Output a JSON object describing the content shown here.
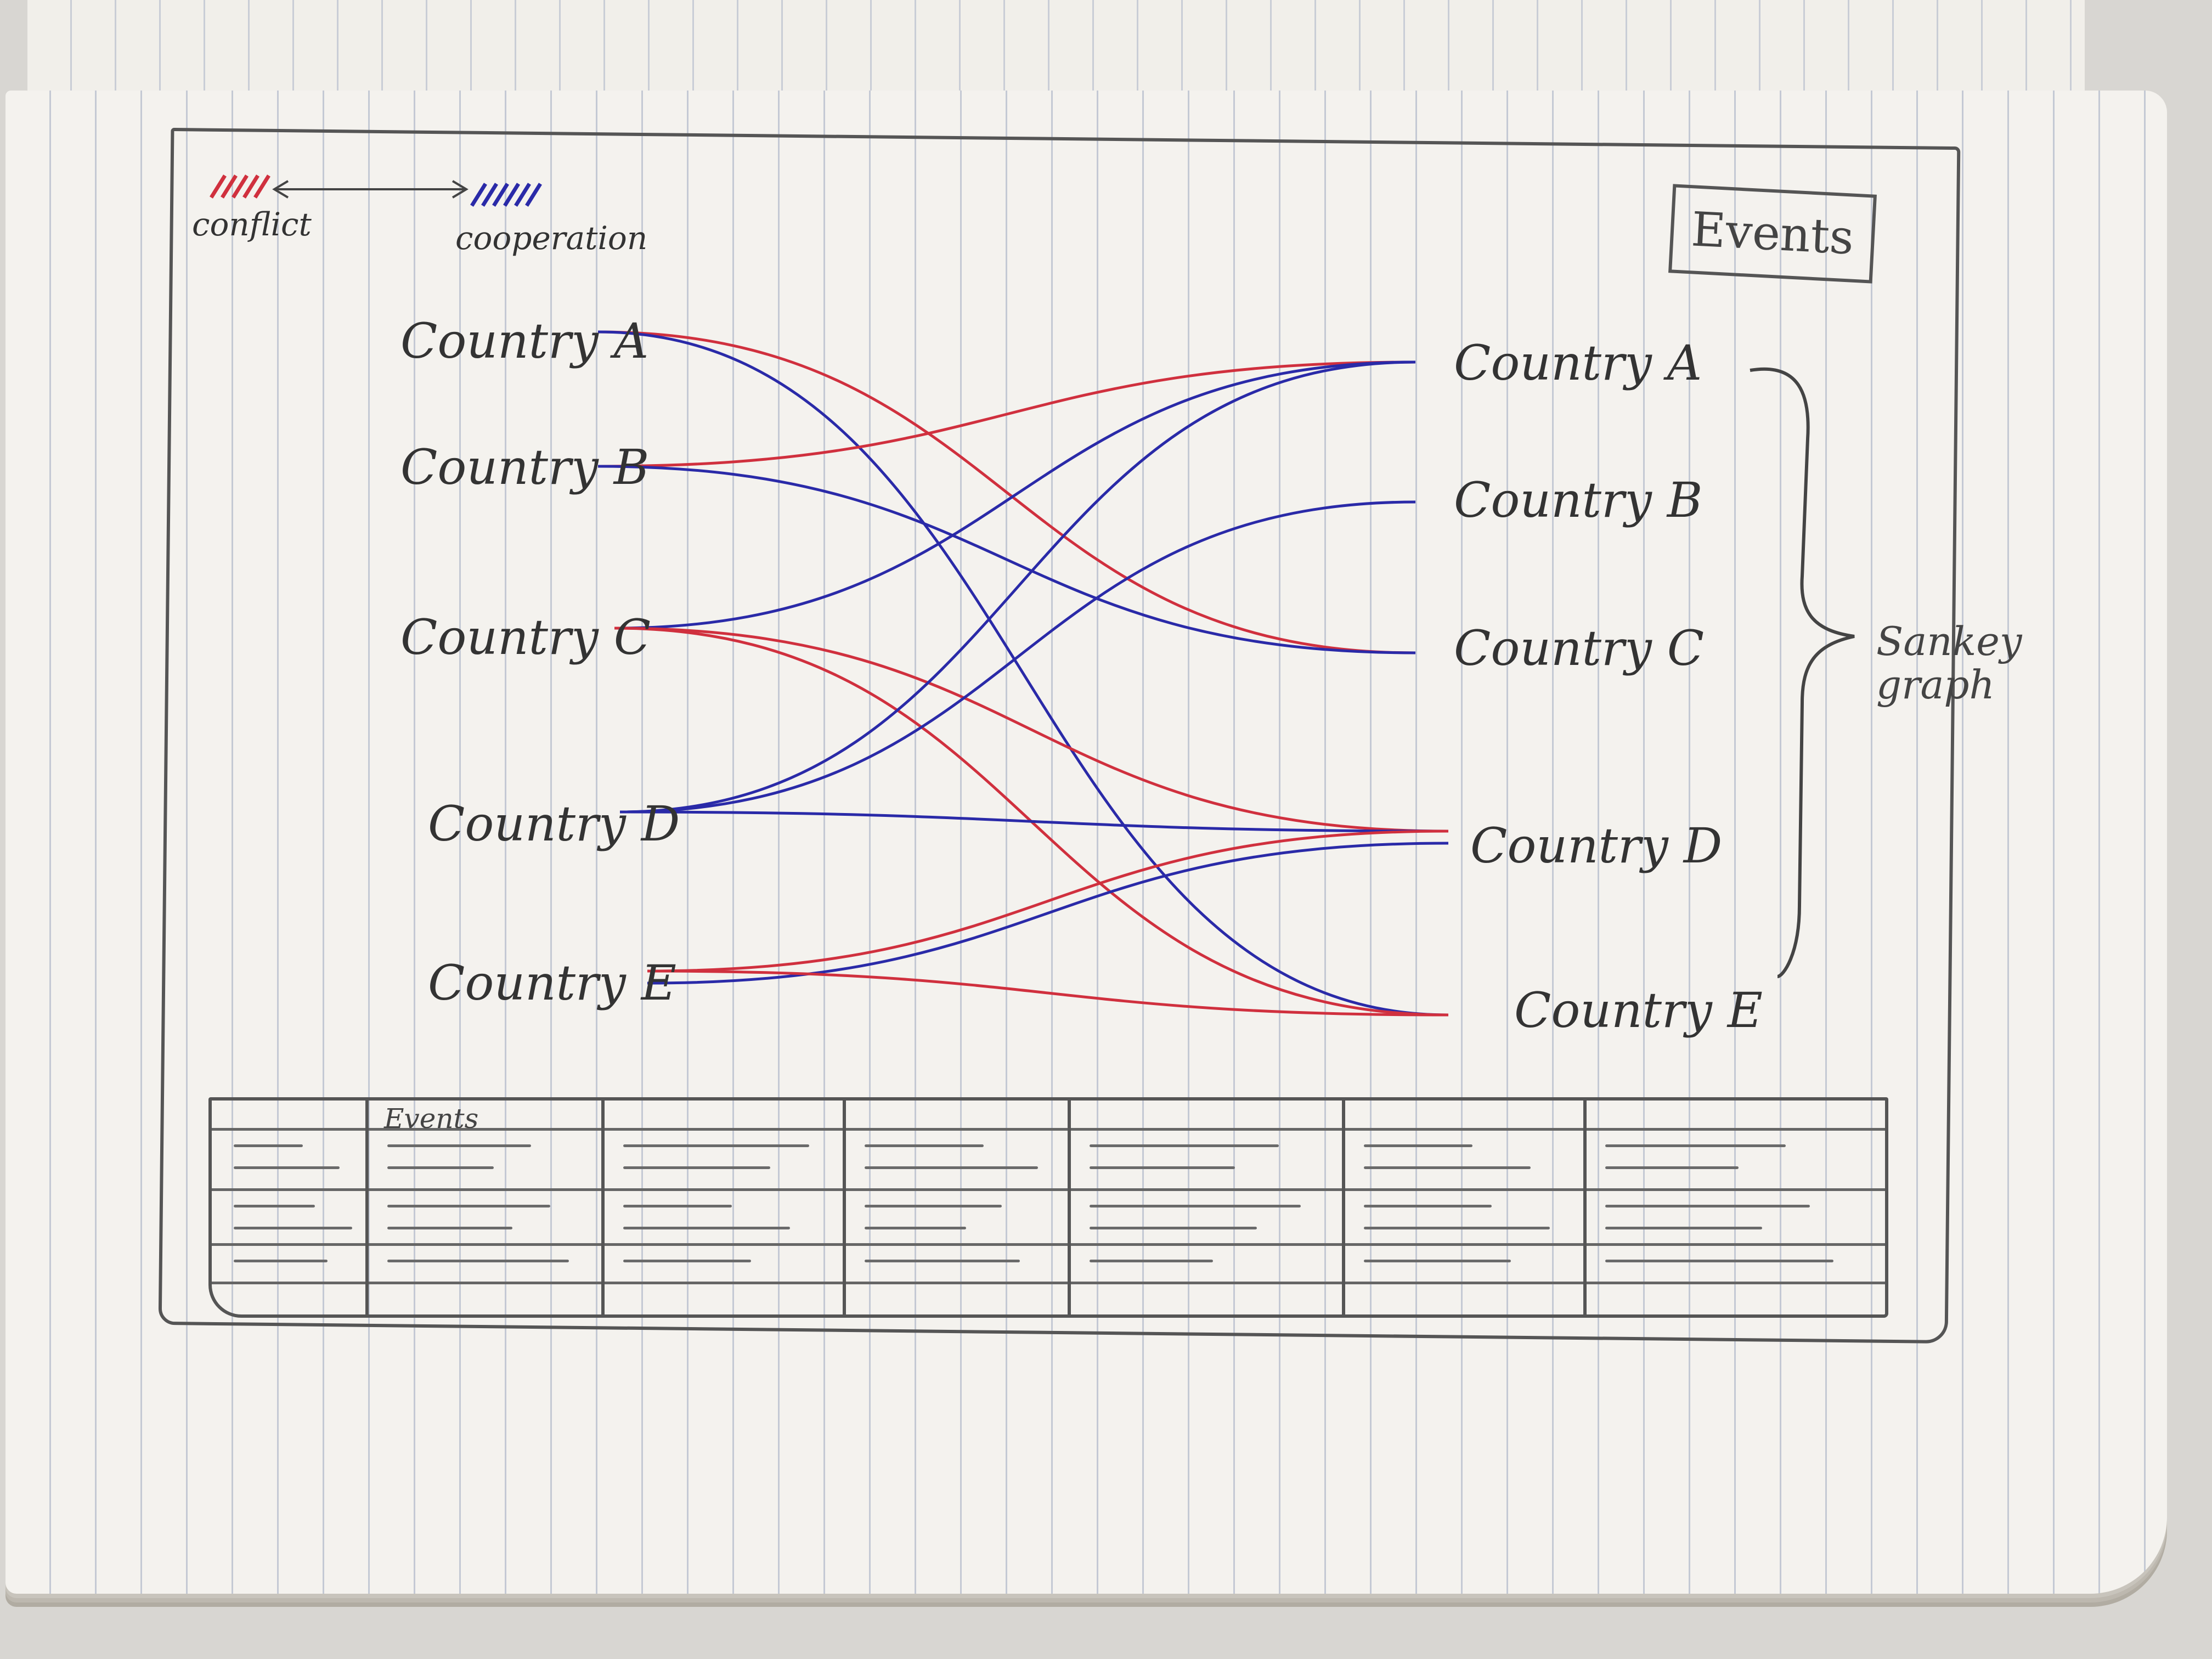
{
  "legend": {
    "conflict_label": "conflict",
    "cooperation_label": "cooperation",
    "conflict_color": "#d0303e",
    "cooperation_color": "#2a2aa8"
  },
  "events_button": "Events",
  "brace_label": "Sankey graph",
  "source_nodes": [
    "Country A",
    "Country B",
    "Country C",
    "Country D",
    "Country E"
  ],
  "target_nodes": [
    "Country A",
    "Country B",
    "Country C",
    "Country D",
    "Country E"
  ],
  "links": [
    {
      "from": 0,
      "to": 2,
      "type": "conflict"
    },
    {
      "from": 0,
      "to": 4,
      "type": "cooperation"
    },
    {
      "from": 1,
      "to": 0,
      "type": "conflict"
    },
    {
      "from": 1,
      "to": 2,
      "type": "cooperation"
    },
    {
      "from": 2,
      "to": 0,
      "type": "cooperation"
    },
    {
      "from": 2,
      "to": 3,
      "type": "conflict"
    },
    {
      "from": 2,
      "to": 4,
      "type": "conflict"
    },
    {
      "from": 3,
      "to": 0,
      "type": "cooperation"
    },
    {
      "from": 3,
      "to": 1,
      "type": "cooperation"
    },
    {
      "from": 3,
      "to": 3,
      "type": "cooperation"
    },
    {
      "from": 4,
      "to": 3,
      "type": "conflict"
    },
    {
      "from": 4,
      "to": 3,
      "type": "cooperation"
    },
    {
      "from": 4,
      "to": 4,
      "type": "conflict"
    }
  ],
  "events_table": {
    "tab_label": "Events"
  }
}
